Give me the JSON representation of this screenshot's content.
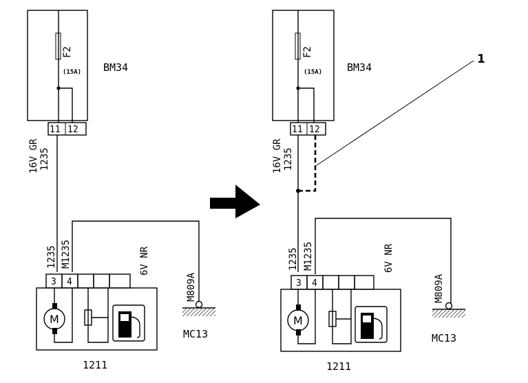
{
  "left": {
    "box_label": "BM34",
    "fuse_label": "F2",
    "fuse_rating": "(15A)",
    "pin_a": "11",
    "pin_b": "12",
    "wire_spec": "16V GR",
    "wire_num": "1235",
    "pump_wire_a": "1235",
    "pump_wire_b": "M1235",
    "ground_wire_spec": "6V NR",
    "ground_wire_num": "M809A",
    "ground_label": "MC13",
    "pump_pin_a": "3",
    "pump_pin_b": "4",
    "component_label": "1211"
  },
  "right": {
    "box_label": "BM34",
    "fuse_label": "F2",
    "fuse_rating": "(15A)",
    "pin_a": "11",
    "pin_b": "12",
    "wire_spec": "16V GR",
    "wire_num": "1235",
    "pump_wire_a": "1235",
    "pump_wire_b": "M1235",
    "ground_wire_spec": "6V NR",
    "ground_wire_num": "M809A",
    "ground_label": "MC13",
    "pump_pin_a": "3",
    "pump_pin_b": "4",
    "component_label": "1211"
  },
  "callout": "1",
  "icons": {
    "arrow": "arrow-right-icon",
    "motor": "motor-icon",
    "sender": "fuel-level-sender-icon",
    "fuel": "fuel-pump-icon",
    "ground": "ground-icon"
  }
}
